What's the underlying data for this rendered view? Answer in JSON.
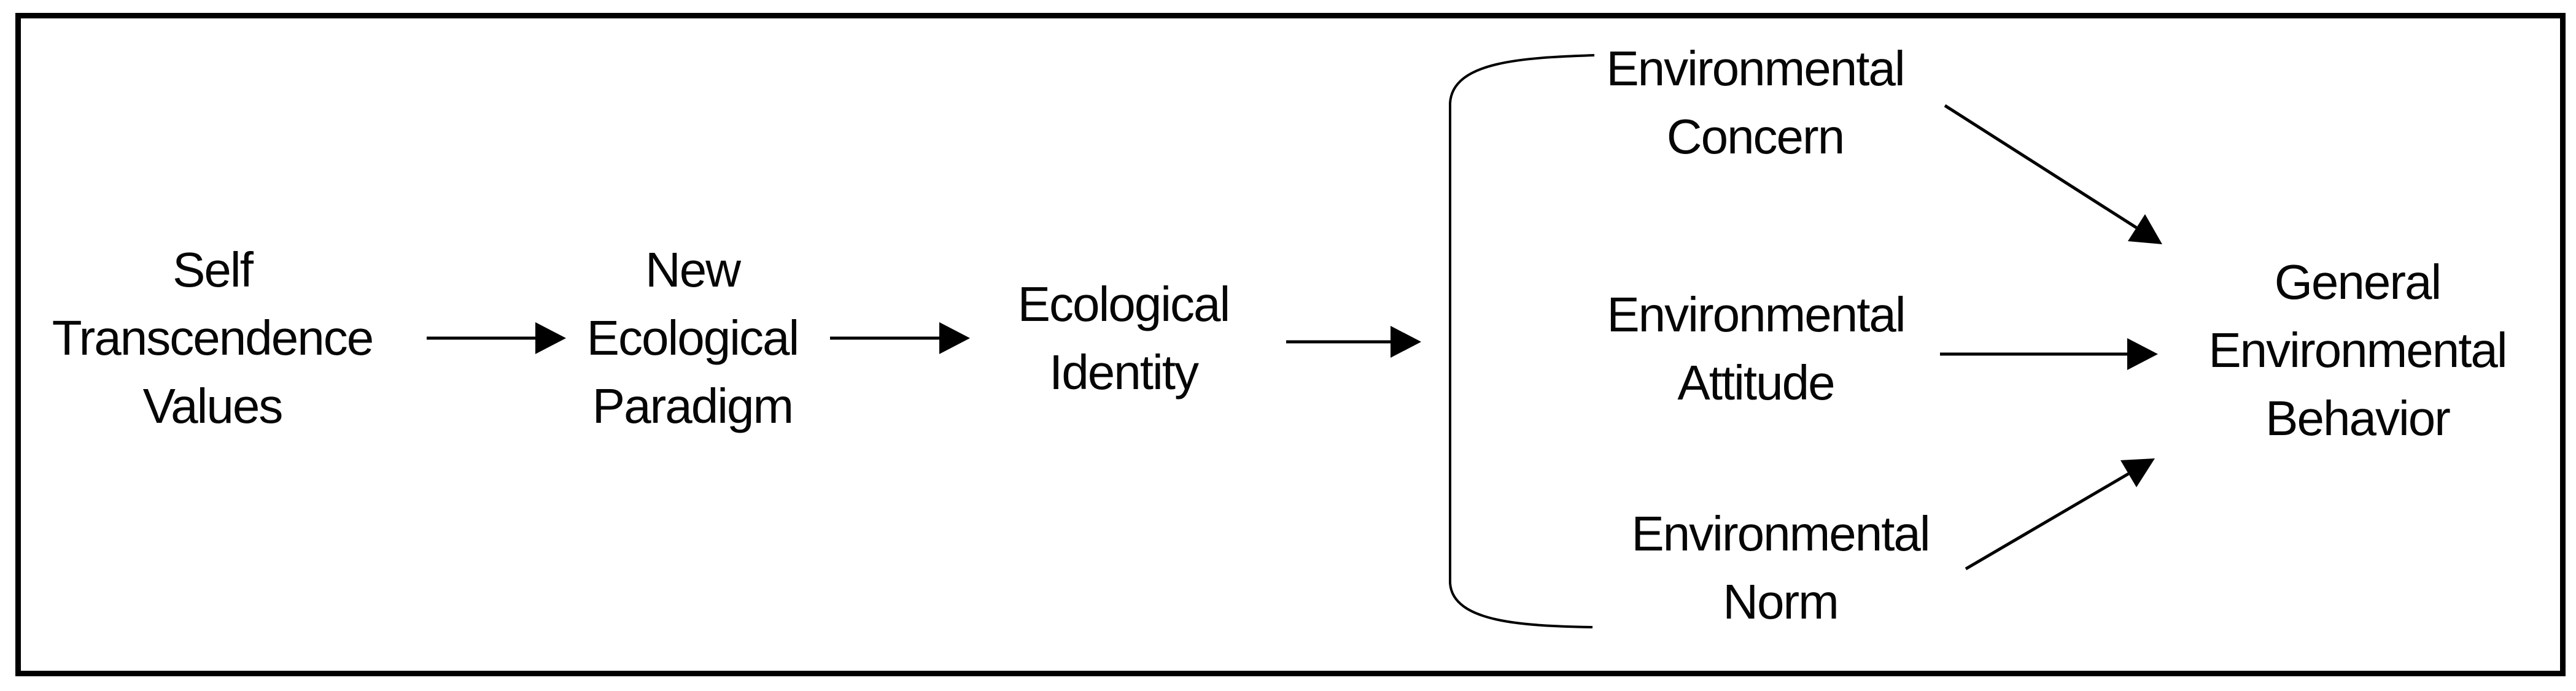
{
  "diagram": {
    "title": "Path model of general environmental behavior",
    "colors": {
      "ink": "#000000",
      "background": "#ffffff"
    },
    "nodes": [
      {
        "id": "self-transcendence-values",
        "lines": [
          "Self",
          "Transcendence",
          "Values"
        ]
      },
      {
        "id": "new-ecological-paradigm",
        "lines": [
          "New",
          "Ecological",
          "Paradigm"
        ]
      },
      {
        "id": "ecological-identity",
        "lines": [
          "Ecological",
          "Identity"
        ]
      },
      {
        "id": "environmental-concern",
        "lines": [
          "Environmental",
          "Concern"
        ]
      },
      {
        "id": "environmental-attitude",
        "lines": [
          "Environmental",
          "Attitude"
        ]
      },
      {
        "id": "environmental-norm",
        "lines": [
          "Environmental",
          "Norm"
        ]
      },
      {
        "id": "general-environmental-behavior",
        "lines": [
          "General",
          "Environmental",
          "Behavior"
        ]
      }
    ],
    "edges": [
      {
        "from": "Self Transcendence Values",
        "to": "New Ecological Paradigm"
      },
      {
        "from": "New Ecological Paradigm",
        "to": "Ecological Identity"
      },
      {
        "from": "Ecological Identity",
        "to": "Environmental Concern / Environmental Attitude / Environmental Norm (bracketed group)"
      },
      {
        "from": "Environmental Concern",
        "to": "General Environmental Behavior"
      },
      {
        "from": "Environmental Attitude",
        "to": "General Environmental Behavior"
      },
      {
        "from": "Environmental Norm",
        "to": "General Environmental Behavior"
      }
    ]
  }
}
